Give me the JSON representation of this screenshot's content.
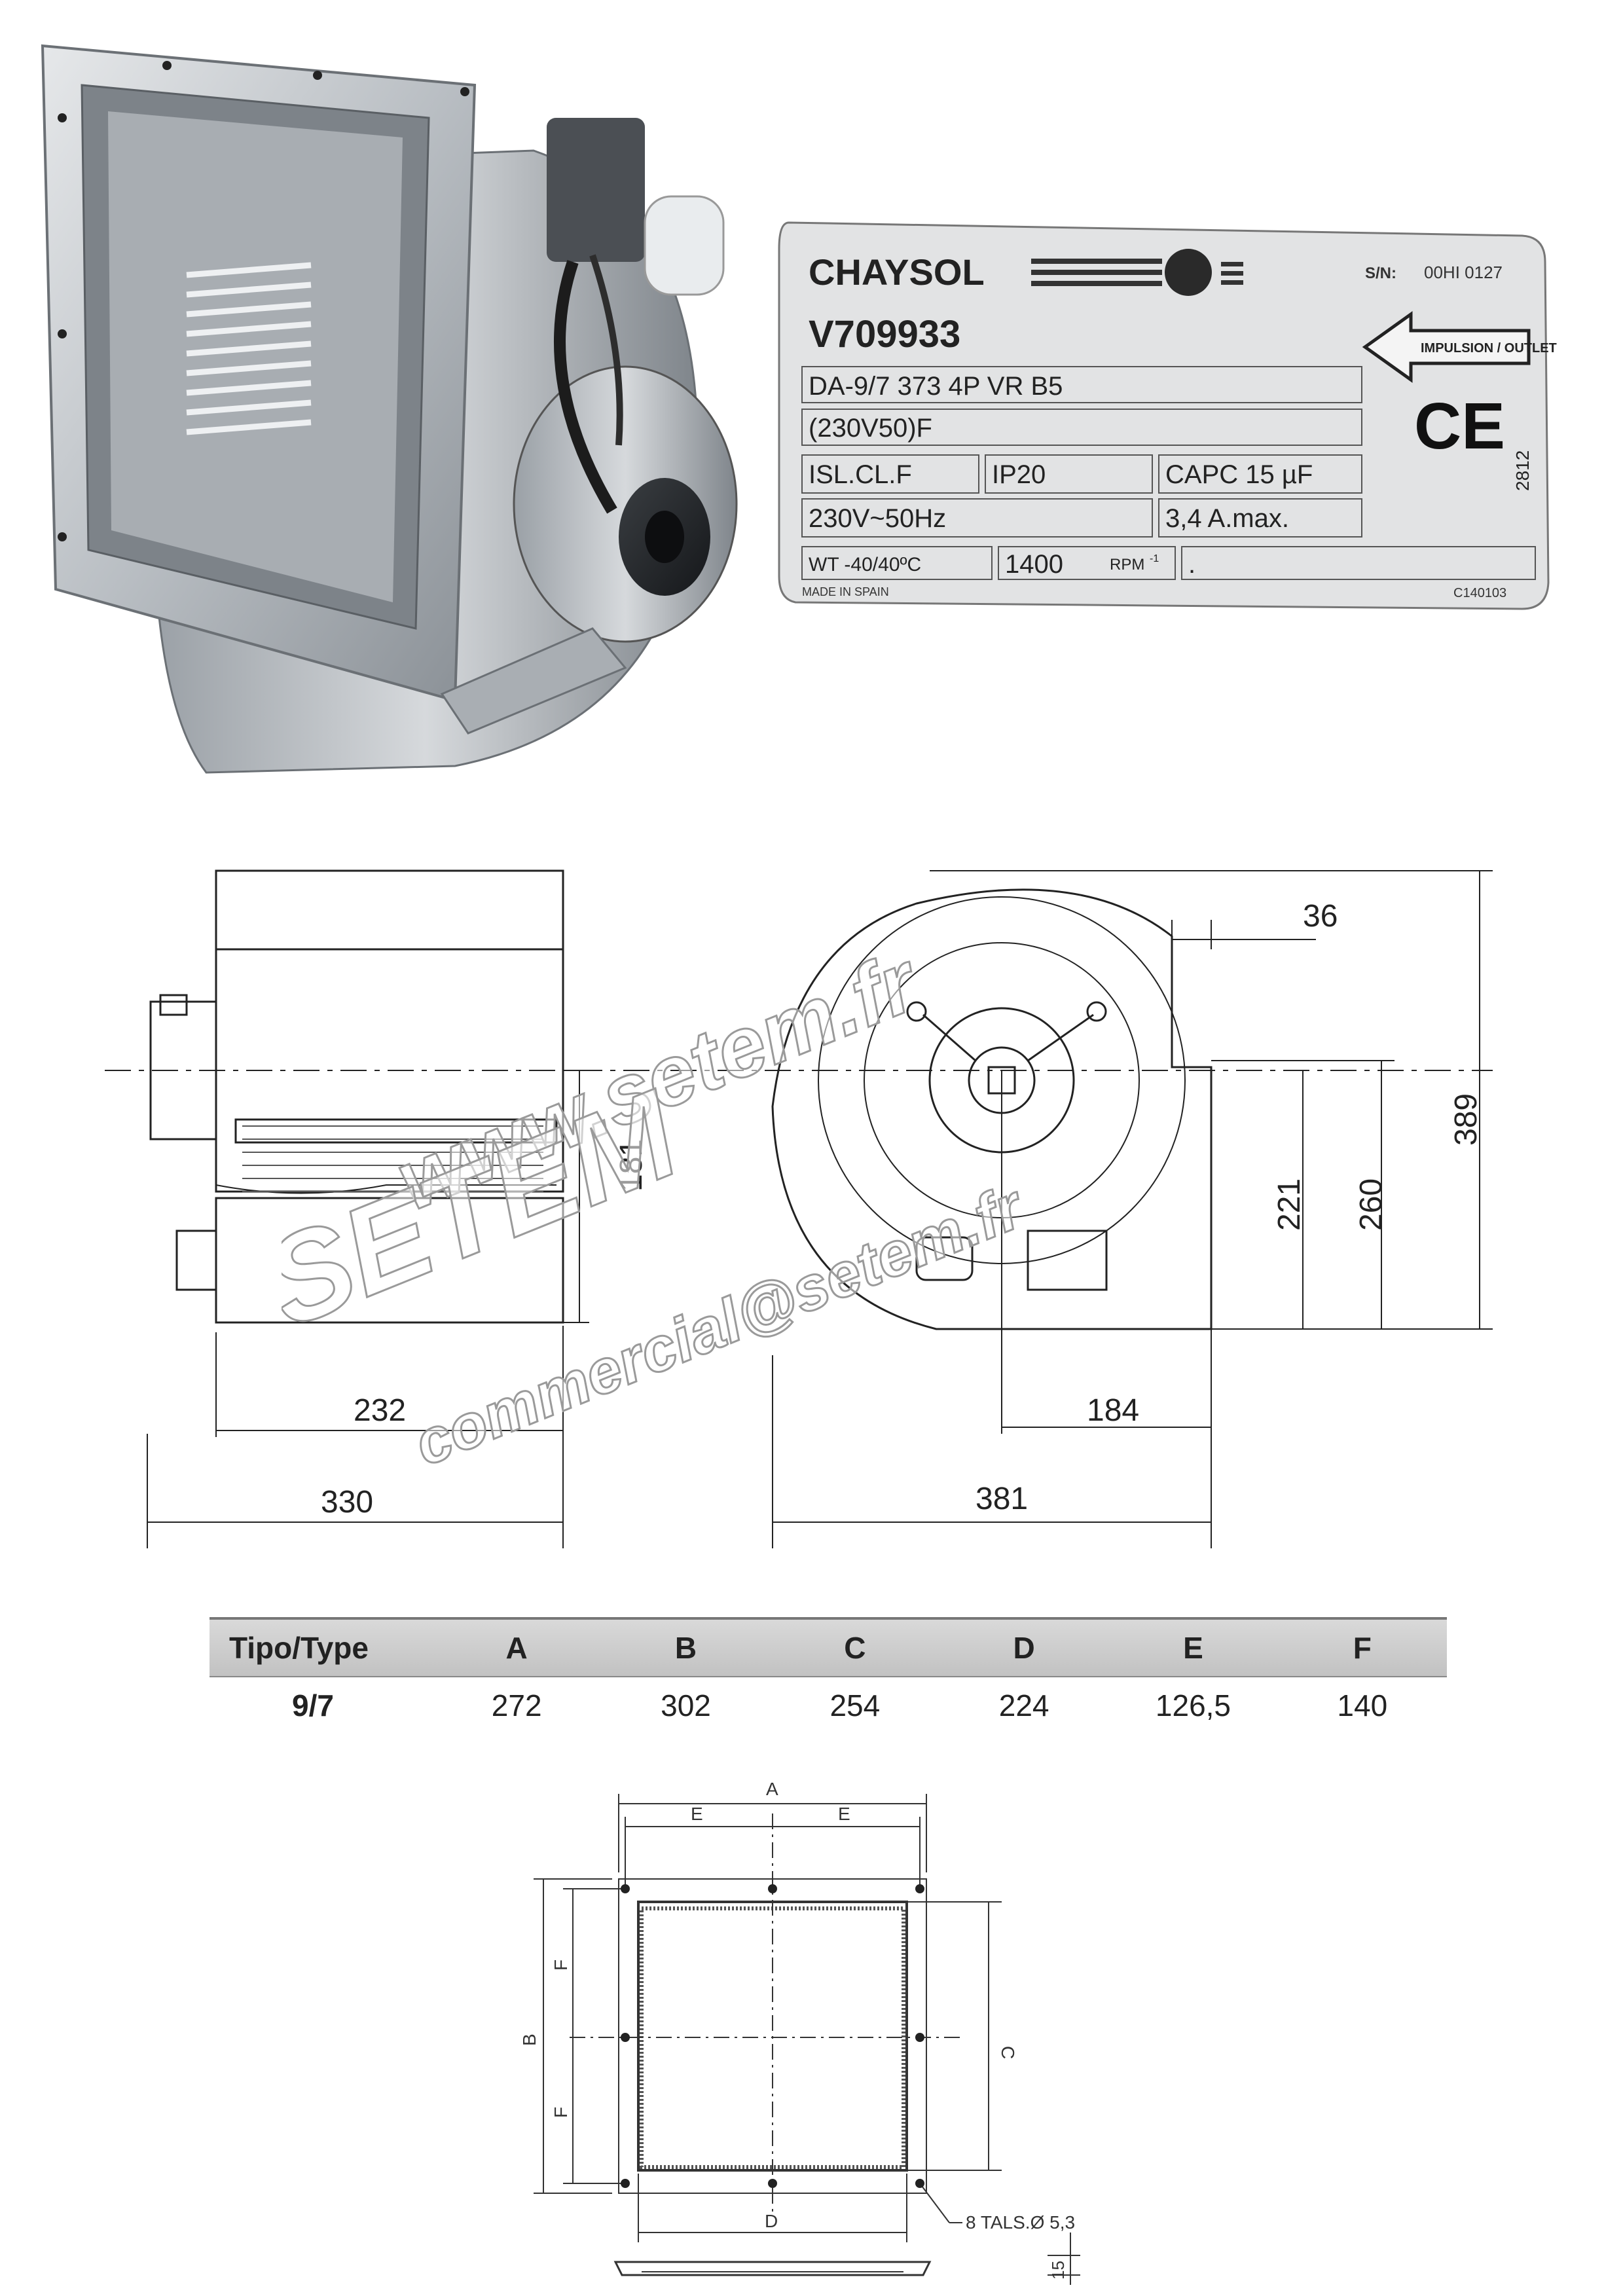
{
  "nameplate": {
    "brand": "CHAYSOL",
    "serial_label": "S/N:",
    "serial": "00HI 0127",
    "model": "V709933",
    "designation": "DA-9/7 373 4P VR B5",
    "voltage_code": "(230V50)F",
    "insulation": "ISL.CL.F",
    "ip": "IP20",
    "capacitor": "CAPC 15 µF",
    "supply": "230V~50Hz",
    "current": "3,4 A.max.",
    "temperature": "WT -40/40ºC",
    "speed": "1400",
    "speed_unit": "RPM",
    "dot": ".",
    "origin": "MADE IN SPAIN",
    "code": "C140103",
    "outlet": "IMPULSION / OUTLET",
    "ce_mark": "CE",
    "ce_number": "2812"
  },
  "dimensions": {
    "side": {
      "d36": "36",
      "d389": "389",
      "d260": "260",
      "d221": "221",
      "d184": "184",
      "d381": "381"
    },
    "front": {
      "d181": "181",
      "d232": "232",
      "d330": "330"
    }
  },
  "watermark": {
    "url": "www.setem.fr",
    "brand": "SETEM",
    "email": "commercial@setem.fr"
  },
  "table": {
    "header": [
      "Tipo/Type",
      "A",
      "B",
      "C",
      "D",
      "E",
      "F"
    ],
    "rows": [
      [
        "9/7",
        "272",
        "302",
        "254",
        "224",
        "126,5",
        "140"
      ]
    ]
  },
  "flange": {
    "A": "A",
    "E1": "E",
    "E2": "E",
    "B": "B",
    "F1": "F",
    "F2": "F",
    "C": "C",
    "D": "D",
    "holes": "8 TALS.Ø 5,3",
    "thickness": "15"
  }
}
